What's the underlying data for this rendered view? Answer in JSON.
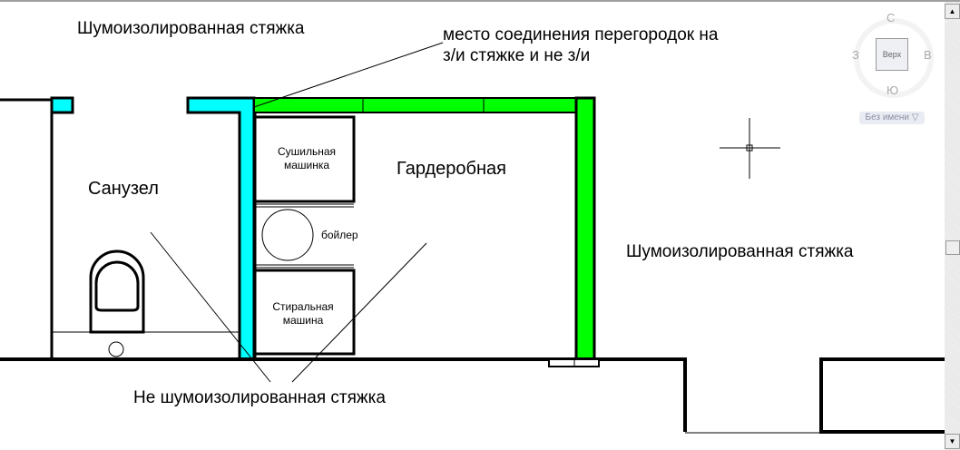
{
  "labels": {
    "top_left": "Шумоизолированная стяжка",
    "junction_line1": "место соединения перегородок на",
    "junction_line2": "з/и стяжке и не з/и",
    "bathroom": "Санузел",
    "wardrobe": "Гардеробная",
    "right": "Шумоизолированная стяжка",
    "bottom": "Не шумоизолированная стяжка",
    "dryer_line1": "Сушильная",
    "dryer_line2": "машинка",
    "boiler": "бойлер",
    "washer_line1": "Стиральная",
    "washer_line2": "машина"
  },
  "viewcube": {
    "north": "С",
    "south": "Ю",
    "west": "З",
    "east": "В",
    "face": "Верх",
    "ucs": "Без имени"
  },
  "colors": {
    "noise_insulated_wall": "#00ffff",
    "partition": "#00ff00"
  }
}
